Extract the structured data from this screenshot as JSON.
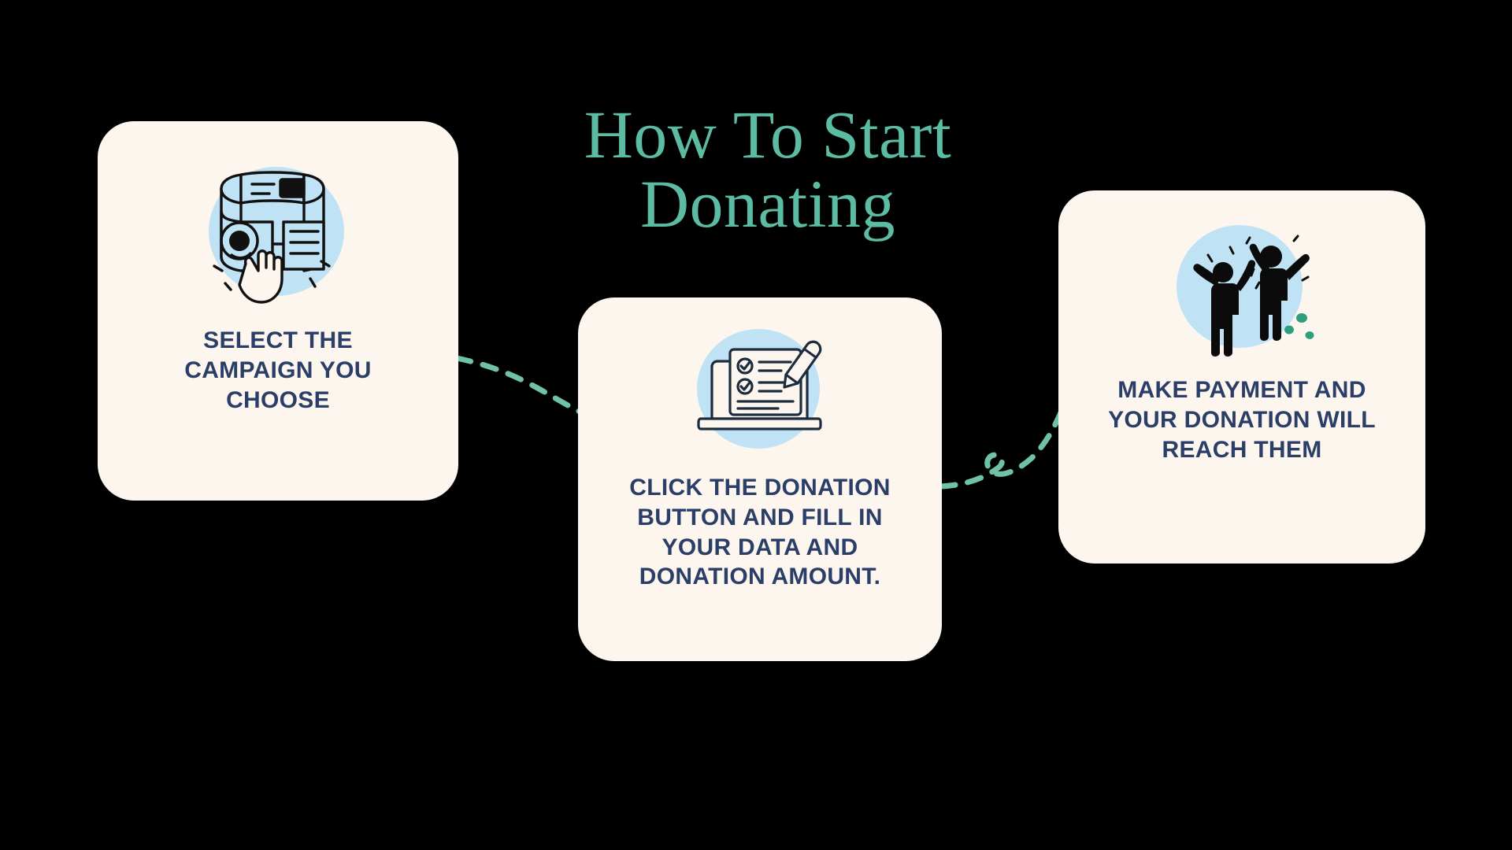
{
  "page": {
    "background_color": "#000000",
    "title_line_1": "How To Start",
    "title_line_2": "Donating",
    "title_text": "How To Start\nDonating",
    "title_color": "#5cbba3"
  },
  "theme": {
    "card_background": "#fdf6ee",
    "card_text_color": "#2b3e68",
    "icon_blob_color": "#bfe3f5",
    "icon_line_color": "#111111",
    "connector_color": "#6fc3a4",
    "accent_green_dot": "#2f9e7e"
  },
  "steps": [
    {
      "id": "step-1",
      "icon_name": "select-campaign-icon",
      "label": "SELECT THE CAMPAIGN YOU CHOOSE"
    },
    {
      "id": "step-2",
      "icon_name": "fill-donation-form-icon",
      "label": "CLICK THE DONATION BUTTON AND FILL IN YOUR DATA AND DONATION AMOUNT."
    },
    {
      "id": "step-3",
      "icon_name": "celebrating-people-icon",
      "label": "MAKE PAYMENT AND YOUR DONATION WILL REACH THEM"
    }
  ],
  "connectors": [
    {
      "id": "connector-1-to-2",
      "from": "step-1",
      "to": "step-2",
      "style": "dashed-curve"
    },
    {
      "id": "connector-2-to-3",
      "from": "step-2",
      "to": "step-3",
      "style": "dashed-curve-with-loop"
    }
  ]
}
